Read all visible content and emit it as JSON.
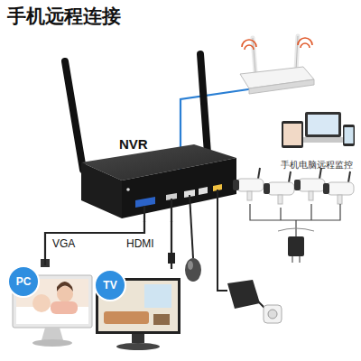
{
  "diagram": {
    "title": "手机远程连接",
    "nodes": [
      {
        "text": [
          "NVR"
        ]
      },
      {
        "text": [
          "PC"
        ]
      },
      {
        "text": [
          "TV"
        ]
      },
      {
        "text": [
          "手机电脑远程监控"
        ]
      }
    ],
    "edges": [
      {
        "from": 0,
        "to": 1,
        "label": "VGA",
        "arrow": "none"
      },
      {
        "from": 0,
        "to": 2,
        "label": "HDMI",
        "arrow": "none"
      }
    ]
  }
}
